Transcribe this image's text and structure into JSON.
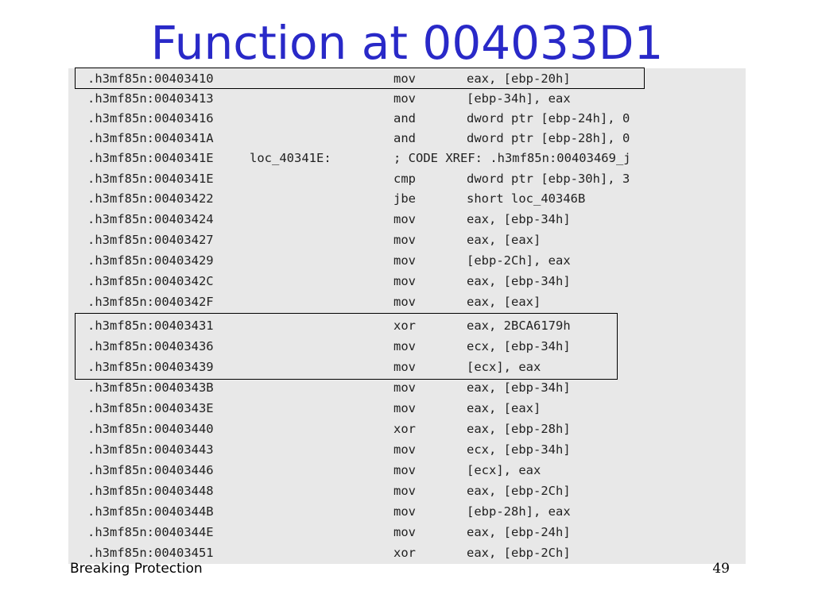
{
  "slide": {
    "title": "Function at 004033D1",
    "footer_left": "Breaking Protection",
    "page_number": "49"
  },
  "code": {
    "lines": [
      {
        "addr": ".h3mf85n:00403410",
        "label": "",
        "mnemonic": "mov",
        "operands": "eax, [ebp-20h]"
      },
      {
        "addr": ".h3mf85n:00403413",
        "label": "",
        "mnemonic": "mov",
        "operands": "[ebp-34h], eax"
      },
      {
        "addr": ".h3mf85n:00403416",
        "label": "",
        "mnemonic": "and",
        "operands": "dword ptr [ebp-24h], 0"
      },
      {
        "addr": ".h3mf85n:0040341A",
        "label": "",
        "mnemonic": "and",
        "operands": "dword ptr [ebp-28h], 0"
      },
      {
        "addr": ".h3mf85n:0040341E",
        "label": "loc_40341E:",
        "mnemonic": "; CODE XREF: .h3mf85n:00403469_j",
        "operands": ""
      },
      {
        "addr": ".h3mf85n:0040341E",
        "label": "",
        "mnemonic": "cmp",
        "operands": "dword ptr [ebp-30h], 3"
      },
      {
        "addr": ".h3mf85n:00403422",
        "label": "",
        "mnemonic": "jbe",
        "operands": "short loc_40346B"
      },
      {
        "addr": ".h3mf85n:00403424",
        "label": "",
        "mnemonic": "mov",
        "operands": "eax, [ebp-34h]"
      },
      {
        "addr": ".h3mf85n:00403427",
        "label": "",
        "mnemonic": "mov",
        "operands": "eax, [eax]"
      },
      {
        "addr": ".h3mf85n:00403429",
        "label": "",
        "mnemonic": "mov",
        "operands": "[ebp-2Ch], eax"
      },
      {
        "addr": ".h3mf85n:0040342C",
        "label": "",
        "mnemonic": "mov",
        "operands": "eax, [ebp-34h]"
      },
      {
        "addr": ".h3mf85n:0040342F",
        "label": "",
        "mnemonic": "mov",
        "operands": "eax, [eax]"
      },
      {
        "addr": ".h3mf85n:00403431",
        "label": "",
        "mnemonic": "xor",
        "operands": "eax, 2BCA6179h"
      },
      {
        "addr": ".h3mf85n:00403436",
        "label": "",
        "mnemonic": "mov",
        "operands": "ecx, [ebp-34h]"
      },
      {
        "addr": ".h3mf85n:00403439",
        "label": "",
        "mnemonic": "mov",
        "operands": "[ecx], eax"
      },
      {
        "addr": ".h3mf85n:0040343B",
        "label": "",
        "mnemonic": "mov",
        "operands": "eax, [ebp-34h]"
      },
      {
        "addr": ".h3mf85n:0040343E",
        "label": "",
        "mnemonic": "mov",
        "operands": "eax, [eax]"
      },
      {
        "addr": ".h3mf85n:00403440",
        "label": "",
        "mnemonic": "xor",
        "operands": "eax, [ebp-28h]"
      },
      {
        "addr": ".h3mf85n:00403443",
        "label": "",
        "mnemonic": "mov",
        "operands": "ecx, [ebp-34h]"
      },
      {
        "addr": ".h3mf85n:00403446",
        "label": "",
        "mnemonic": "mov",
        "operands": "[ecx], eax"
      },
      {
        "addr": ".h3mf85n:00403448",
        "label": "",
        "mnemonic": "mov",
        "operands": "eax, [ebp-2Ch]"
      },
      {
        "addr": ".h3mf85n:0040344B",
        "label": "",
        "mnemonic": "mov",
        "operands": "[ebp-28h], eax"
      },
      {
        "addr": ".h3mf85n:0040344E",
        "label": "",
        "mnemonic": "mov",
        "operands": "eax, [ebp-24h]"
      },
      {
        "addr": ".h3mf85n:00403451",
        "label": "",
        "mnemonic": "xor",
        "operands": "eax, [ebp-2Ch]"
      }
    ]
  }
}
